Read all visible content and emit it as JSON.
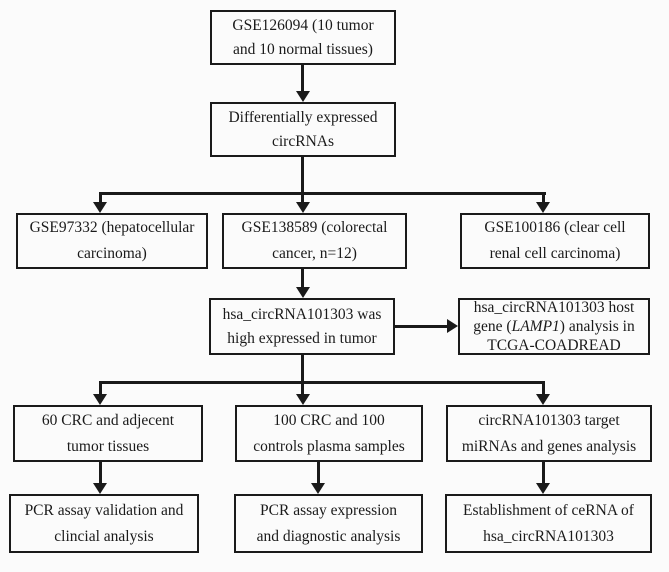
{
  "flowchart": {
    "colors": {
      "border": "#1a1a1a",
      "arrow": "#1a1a1a",
      "text": "#1a1a1a",
      "background": "#fbfbfb"
    },
    "boxes": {
      "gse126094": {
        "line1": "GSE126094 (10 tumor",
        "line2": "and 10 normal tissues)"
      },
      "diff_circrnas": {
        "line1": "Differentially expressed",
        "line2": "circRNAs"
      },
      "gse97332": {
        "line1": "GSE97332 (hepatocellular",
        "line2": "carcinoma)"
      },
      "gse138589": {
        "line1": "GSE138589 (colorectal",
        "line2": "cancer, n=12)"
      },
      "gse100186": {
        "line1": "GSE100186 (clear cell",
        "line2": "renal cell carcinoma)"
      },
      "hsa_high": {
        "line1": "hsa_circRNA101303 was",
        "line2": "high expressed in tumor"
      },
      "host_gene": {
        "line1": "hsa_circRNA101303 host",
        "line2_pre": "gene (",
        "line2_italic": "LAMP1",
        "line2_post": ") analysis in",
        "line3": "TCGA-COADREAD"
      },
      "crc60": {
        "line1": "60 CRC and adjecent",
        "line2": "tumor tissues"
      },
      "crc100": {
        "line1": "100 CRC and 100",
        "line2": "controls plasma samples"
      },
      "target_mirna": {
        "line1": "circRNA101303 target",
        "line2": "miRNAs and genes analysis"
      },
      "pcr_validation": {
        "line1": "PCR assay validation and",
        "line2": "clincial analysis"
      },
      "pcr_expression": {
        "line1": "PCR assay expression",
        "line2": "and diagnostic analysis"
      },
      "cerna": {
        "line1": "Establishment of ceRNA of",
        "line2": "hsa_circRNA101303"
      }
    }
  }
}
